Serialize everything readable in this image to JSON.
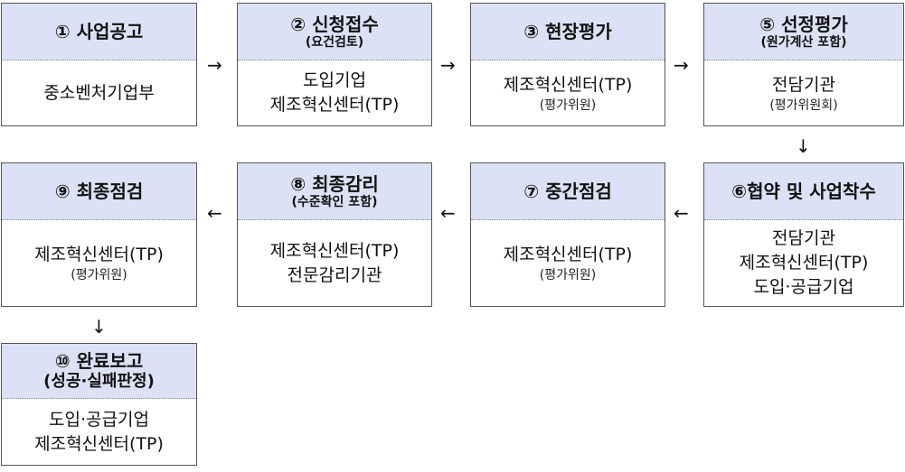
{
  "steps": [
    {
      "id": "s1",
      "title": "① 사업공고",
      "sub": "",
      "lines": [
        "중소벤처기업부"
      ],
      "note": ""
    },
    {
      "id": "s2",
      "title": "② 신청접수",
      "sub": "(요건검토)",
      "lines": [
        "도입기업",
        "제조혁신센터(TP)"
      ],
      "note": ""
    },
    {
      "id": "s3",
      "title": "③ 현장평가",
      "sub": "",
      "lines": [
        "제조혁신센터(TP)"
      ],
      "note": "(평가위원)"
    },
    {
      "id": "s5",
      "title": "⑤ 선정평가",
      "sub": "(원가계산 포함)",
      "lines": [
        "전담기관"
      ],
      "note": "(평가위원회)"
    },
    {
      "id": "s6",
      "title": "⑥협약 및 사업착수",
      "sub": "",
      "lines": [
        "전담기관",
        "제조혁신센터(TP)",
        "도입·공급기업"
      ],
      "note": ""
    },
    {
      "id": "s7",
      "title": "⑦ 중간점검",
      "sub": "",
      "lines": [
        "제조혁신센터(TP)"
      ],
      "note": "(평가위원)"
    },
    {
      "id": "s8",
      "title": "⑧ 최종감리",
      "sub": "(수준확인 포함)",
      "lines": [
        "제조혁신센터(TP)",
        "전문감리기관"
      ],
      "note": ""
    },
    {
      "id": "s9",
      "title": "⑨ 최종점검",
      "sub": "",
      "lines": [
        "제조혁신센터(TP)"
      ],
      "note": "(평가위원)"
    },
    {
      "id": "s10",
      "title": "⑩ 완료보고",
      "sub": "(성공·실패판정)",
      "lines": [
        "도입·공급기업",
        "제조혁신센터(TP)"
      ],
      "note": ""
    }
  ],
  "arrows": {
    "right": "→",
    "left": "←",
    "down": "↓"
  }
}
